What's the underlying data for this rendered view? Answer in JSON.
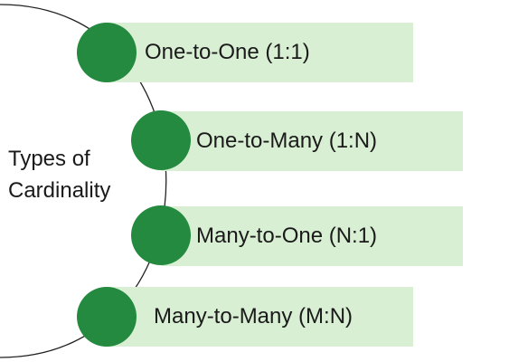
{
  "center": {
    "line1": "Types of",
    "line2": "Cardinality"
  },
  "items": [
    {
      "label": "One-to-One (1:1)"
    },
    {
      "label": "One-to-Many (1:N)"
    },
    {
      "label": "Many-to-One (N:1)"
    },
    {
      "label": "Many-to-Many (M:N)"
    }
  ],
  "colors": {
    "bar_fill": "#d9efd3",
    "dot_fill": "#238a3f",
    "arc_stroke": "#222222",
    "text": "#1a1a1a"
  }
}
